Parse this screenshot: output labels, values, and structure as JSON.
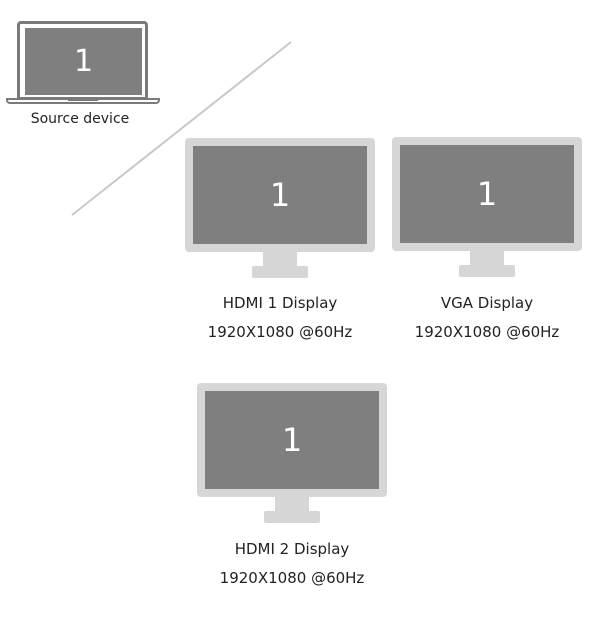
{
  "source": {
    "screen_number": "1",
    "label": "Source device"
  },
  "displays": [
    {
      "screen_number": "1",
      "name": "HDMI 1 Display",
      "resolution": "1920X1080 @60Hz"
    },
    {
      "screen_number": "1",
      "name": "VGA Display",
      "resolution": "1920X1080 @60Hz"
    },
    {
      "screen_number": "1",
      "name": "HDMI 2 Display",
      "resolution": "1920X1080 @60Hz"
    }
  ],
  "colors": {
    "screen": "#7f7f7f",
    "bezel": "#d6d6d6",
    "laptop_outline": "#7a7a7a",
    "divider": "#c8c8c8"
  }
}
